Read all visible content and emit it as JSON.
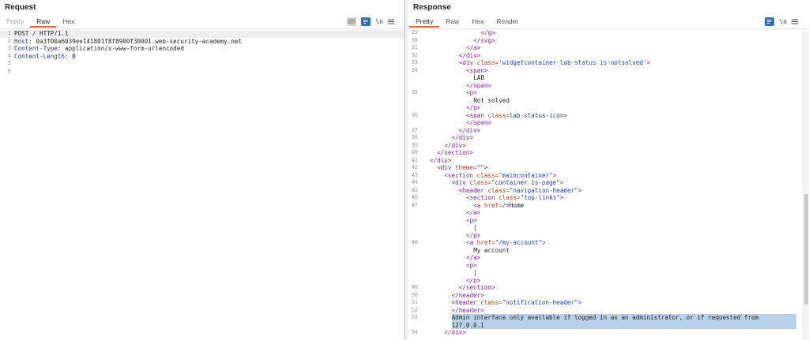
{
  "request": {
    "title": "Request",
    "tabs": [
      "Pretty",
      "Raw",
      "Hex"
    ],
    "active_tab": "Raw",
    "toolbar": {
      "newline_label": "\\n",
      "menu_icon": "hamburger-icon"
    },
    "lines": [
      {
        "num": "1",
        "name": "POST / HTTP/1.1",
        "value": ""
      },
      {
        "num": "2",
        "name": "Host: ",
        "value": "0a3f00a6039ee141801f8f8900f30001.web-security-academy.net"
      },
      {
        "num": "3",
        "name": "Content-Type: ",
        "value": "application/x-www-form-urlencoded"
      },
      {
        "num": "4",
        "name": "Content-Length: ",
        "value": "0"
      },
      {
        "num": "5",
        "name": "",
        "value": ""
      },
      {
        "num": "6",
        "name": "",
        "value": ""
      }
    ]
  },
  "response": {
    "title": "Response",
    "tabs": [
      "Pretty",
      "Raw",
      "Hex",
      "Render"
    ],
    "active_tab": "Pretty",
    "toolbar": {
      "newline_label": "\\n",
      "menu_icon": "hamburger-icon"
    },
    "lines": [
      {
        "num": "29",
        "indent": 12,
        "parts": [
          [
            "tag",
            "</g>"
          ]
        ]
      },
      {
        "num": "30",
        "indent": 10,
        "parts": [
          [
            "tag",
            "</svg>"
          ]
        ]
      },
      {
        "num": "31",
        "indent": 8,
        "parts": [
          [
            "tag",
            "</a>"
          ]
        ]
      },
      {
        "num": "32",
        "indent": 6,
        "parts": [
          [
            "tag",
            "</div>"
          ]
        ]
      },
      {
        "num": "33",
        "indent": 6,
        "parts": [
          [
            "tag",
            "<div "
          ],
          [
            "attr",
            "class="
          ],
          [
            "val",
            "'widgetcontainer-lab-status is-notsolved'"
          ],
          [
            "tag",
            ">"
          ]
        ]
      },
      {
        "num": "34",
        "indent": 8,
        "parts": [
          [
            "tag",
            "<span>"
          ]
        ]
      },
      {
        "num": "",
        "indent": 10,
        "parts": [
          [
            "txt",
            "LAB"
          ]
        ]
      },
      {
        "num": "",
        "indent": 8,
        "parts": [
          [
            "tag",
            "</span>"
          ]
        ]
      },
      {
        "num": "35",
        "indent": 8,
        "parts": [
          [
            "tag",
            "<p>"
          ]
        ]
      },
      {
        "num": "",
        "indent": 10,
        "parts": [
          [
            "txt",
            "Not solved"
          ]
        ]
      },
      {
        "num": "",
        "indent": 8,
        "parts": [
          [
            "tag",
            "</p>"
          ]
        ]
      },
      {
        "num": "36",
        "indent": 8,
        "parts": [
          [
            "tag",
            "<span "
          ],
          [
            "attr",
            "class="
          ],
          [
            "val",
            "lab-status-icon"
          ],
          [
            "tag",
            ">"
          ]
        ]
      },
      {
        "num": "",
        "indent": 8,
        "parts": [
          [
            "tag",
            "</span>"
          ]
        ]
      },
      {
        "num": "37",
        "indent": 6,
        "parts": [
          [
            "tag",
            "</div>"
          ]
        ]
      },
      {
        "num": "38",
        "indent": 4,
        "parts": [
          [
            "tag",
            "</div>"
          ]
        ]
      },
      {
        "num": "39",
        "indent": 2,
        "parts": [
          [
            "tag",
            "</div>"
          ]
        ]
      },
      {
        "num": "40",
        "indent": 0,
        "parts": [
          [
            "tag",
            "</section>"
          ]
        ]
      },
      {
        "num": "41",
        "indent": -2,
        "parts": [
          [
            "tag",
            "</div>"
          ]
        ]
      },
      {
        "num": "42",
        "indent": 0,
        "parts": [
          [
            "tag",
            "<div "
          ],
          [
            "attr",
            "theme="
          ],
          [
            "val",
            "\"\""
          ],
          [
            "tag",
            ">"
          ]
        ]
      },
      {
        "num": "43",
        "indent": 2,
        "parts": [
          [
            "tag",
            "<section "
          ],
          [
            "attr",
            "class="
          ],
          [
            "val",
            "\"maincontainer\""
          ],
          [
            "tag",
            ">"
          ]
        ]
      },
      {
        "num": "44",
        "indent": 4,
        "parts": [
          [
            "tag",
            "<div "
          ],
          [
            "attr",
            "class="
          ],
          [
            "val",
            "\"container is-page\""
          ],
          [
            "tag",
            ">"
          ]
        ]
      },
      {
        "num": "45",
        "indent": 6,
        "parts": [
          [
            "tag",
            "<header "
          ],
          [
            "attr",
            "class="
          ],
          [
            "val",
            "\"navigation-header\""
          ],
          [
            "tag",
            ">"
          ]
        ]
      },
      {
        "num": "46",
        "indent": 8,
        "parts": [
          [
            "tag",
            "<section "
          ],
          [
            "attr",
            "class="
          ],
          [
            "val",
            "\"top-links\""
          ],
          [
            "tag",
            ">"
          ]
        ]
      },
      {
        "num": "47",
        "indent": 10,
        "parts": [
          [
            "tag",
            "<a "
          ],
          [
            "attr",
            "href="
          ],
          [
            "val",
            "/"
          ],
          [
            "tag",
            ">"
          ],
          [
            "txt",
            "Home"
          ]
        ]
      },
      {
        "num": "",
        "indent": 8,
        "parts": [
          [
            "tag",
            "</a>"
          ]
        ]
      },
      {
        "num": "",
        "indent": 8,
        "parts": [
          [
            "tag",
            "<p>"
          ]
        ]
      },
      {
        "num": "",
        "indent": 10,
        "parts": [
          [
            "txt",
            "|"
          ]
        ]
      },
      {
        "num": "",
        "indent": 8,
        "parts": [
          [
            "tag",
            "</p>"
          ]
        ]
      },
      {
        "num": "48",
        "indent": 8,
        "parts": [
          [
            "tag",
            "<a "
          ],
          [
            "attr",
            "href="
          ],
          [
            "val",
            "\"/my-account\""
          ],
          [
            "tag",
            ">"
          ]
        ]
      },
      {
        "num": "",
        "indent": 10,
        "parts": [
          [
            "txt",
            "My account"
          ]
        ]
      },
      {
        "num": "",
        "indent": 8,
        "parts": [
          [
            "tag",
            "</a>"
          ]
        ]
      },
      {
        "num": "",
        "indent": 8,
        "parts": [
          [
            "tag",
            "<p>"
          ]
        ]
      },
      {
        "num": "",
        "indent": 10,
        "parts": [
          [
            "txt",
            "|"
          ]
        ]
      },
      {
        "num": "",
        "indent": 8,
        "parts": [
          [
            "tag",
            "</p>"
          ]
        ]
      },
      {
        "num": "49",
        "indent": 6,
        "parts": [
          [
            "tag",
            "</section>"
          ]
        ]
      },
      {
        "num": "50",
        "indent": 4,
        "parts": [
          [
            "tag",
            "</header>"
          ]
        ]
      },
      {
        "num": "51",
        "indent": 4,
        "parts": [
          [
            "tag",
            "<header "
          ],
          [
            "attr",
            "class="
          ],
          [
            "val",
            "\"notification-header\""
          ],
          [
            "tag",
            ">"
          ]
        ]
      },
      {
        "num": "52",
        "indent": 4,
        "parts": [
          [
            "tag",
            "</header>"
          ]
        ]
      },
      {
        "num": "53",
        "indent": 4,
        "selected": true,
        "parts": [
          [
            "txt",
            "Admin interface only available if logged in as an administrator, or if requested from"
          ]
        ]
      },
      {
        "num": "",
        "indent": 4,
        "selected": true,
        "parts": [
          [
            "txt",
            "127.0.0.1"
          ]
        ]
      },
      {
        "num": "54",
        "indent": 2,
        "parts": [
          [
            "tag",
            "</div>"
          ]
        ]
      }
    ]
  },
  "colors": {
    "accent_tab_underline": "#e8672d",
    "toggle_blue": "#2f6fb2",
    "selection": "#b9d2ea"
  }
}
